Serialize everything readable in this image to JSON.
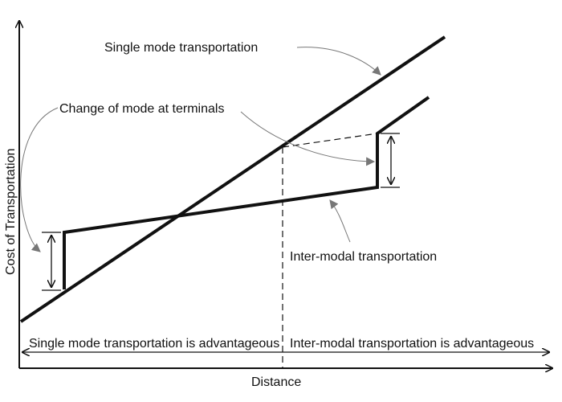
{
  "diagram": {
    "labels": {
      "single_mode": "Single mode transportation",
      "change_of_mode": "Change of mode at terminals",
      "inter_modal": "Inter-modal transportation",
      "y_axis": "Cost of Transportation",
      "x_axis": "Distance",
      "region_left": "Single mode transportation is advantageous",
      "region_right": "Inter-modal transportation is advantageous"
    },
    "colors": {
      "line": "#111111",
      "annotation": "#777777",
      "background": "#ffffff"
    }
  }
}
